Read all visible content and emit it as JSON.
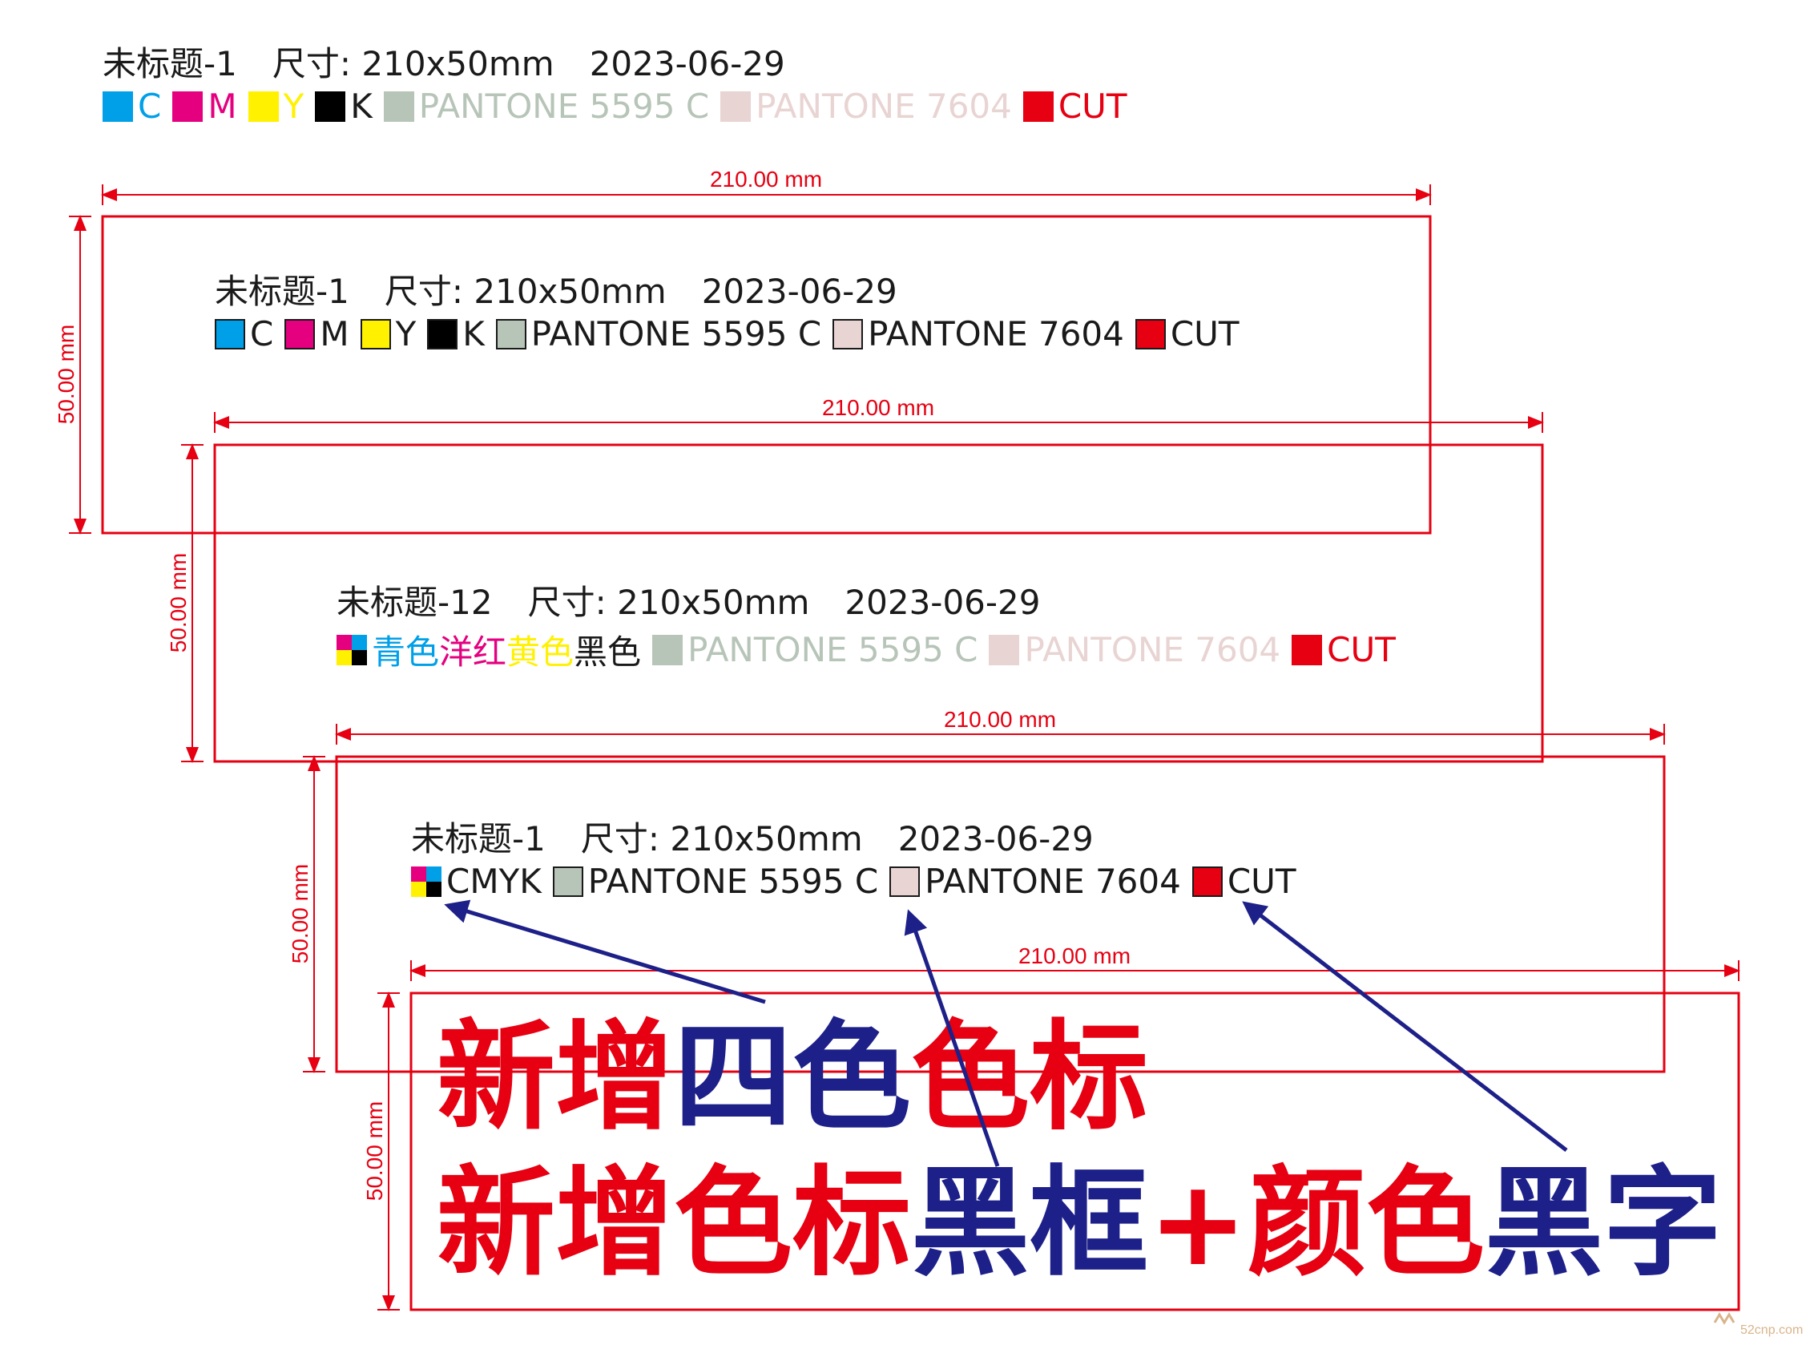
{
  "colors": {
    "red": "#e60012",
    "cyan": "#00a0e9",
    "magenta": "#e4007f",
    "yellow": "#fff100",
    "black": "#000000",
    "pantone5595": "#b7c4b8",
    "pantone7604": "#e8d4d2",
    "navy": "#1d2088",
    "text": "#1a1a1a"
  },
  "dimensions": {
    "width_label": "210.00 mm",
    "height_label": "50.00 mm"
  },
  "label1": {
    "name": "未标题-1",
    "size": "尺寸: 210x50mm",
    "date": "2023-06-29",
    "swatches": [
      {
        "label": "C",
        "color": "#00a0e9",
        "text_color": "#00a0e9"
      },
      {
        "label": "M",
        "color": "#e4007f",
        "text_color": "#e4007f"
      },
      {
        "label": "Y",
        "color": "#fff100",
        "text_color": "#fff100"
      },
      {
        "label": "K",
        "color": "#000000",
        "text_color": "#1a1a1a"
      },
      {
        "label": "PANTONE 5595 C",
        "color": "#b7c4b8",
        "text_color": "#b7c4b8"
      },
      {
        "label": "PANTONE 7604",
        "color": "#e8d4d2",
        "text_color": "#e8d4d2"
      },
      {
        "label": "CUT",
        "color": "#e60012",
        "text_color": "#e60012"
      }
    ]
  },
  "label2": {
    "name": "未标题-1",
    "size": "尺寸: 210x50mm",
    "date": "2023-06-29",
    "swatches": [
      {
        "label": "C",
        "color": "#00a0e9"
      },
      {
        "label": "M",
        "color": "#e4007f"
      },
      {
        "label": "Y",
        "color": "#fff100"
      },
      {
        "label": "K",
        "color": "#000000"
      },
      {
        "label": "PANTONE 5595 C",
        "color": "#b7c4b8"
      },
      {
        "label": "PANTONE 7604",
        "color": "#e8d4d2"
      },
      {
        "label": "CUT",
        "color": "#e60012"
      }
    ]
  },
  "label3": {
    "name": "未标题-12",
    "size": "尺寸: 210x50mm",
    "date": "2023-06-29",
    "cmyk_words": [
      {
        "text": "青色",
        "color": "#00a0e9"
      },
      {
        "text": "洋红",
        "color": "#e4007f"
      },
      {
        "text": "黄色",
        "color": "#fff100"
      },
      {
        "text": "黑色",
        "color": "#1a1a1a"
      }
    ],
    "swatches": [
      {
        "label": "PANTONE 5595 C",
        "color": "#b7c4b8",
        "text_color": "#b7c4b8"
      },
      {
        "label": "PANTONE 7604",
        "color": "#e8d4d2",
        "text_color": "#e8d4d2"
      },
      {
        "label": "CUT",
        "color": "#e60012",
        "text_color": "#e60012"
      }
    ]
  },
  "label4": {
    "name": "未标题-1",
    "size": "尺寸: 210x50mm",
    "date": "2023-06-29",
    "cmyk_label": "CMYK",
    "swatches": [
      {
        "label": "PANTONE 5595 C",
        "color": "#b7c4b8"
      },
      {
        "label": "PANTONE 7604",
        "color": "#e8d4d2"
      },
      {
        "label": "CUT",
        "color": "#e60012"
      }
    ]
  },
  "annotation": {
    "line1": [
      {
        "text": "新增",
        "color": "#e60012"
      },
      {
        "text": "四色",
        "color": "#1d2088"
      },
      {
        "text": "色标",
        "color": "#e60012"
      }
    ],
    "line2": [
      {
        "text": "新增色标",
        "color": "#e60012"
      },
      {
        "text": "黑框",
        "color": "#1d2088"
      },
      {
        "text": "+颜色",
        "color": "#e60012"
      },
      {
        "text": "黑字",
        "color": "#1d2088"
      }
    ]
  },
  "watermark": "52cnp.com"
}
